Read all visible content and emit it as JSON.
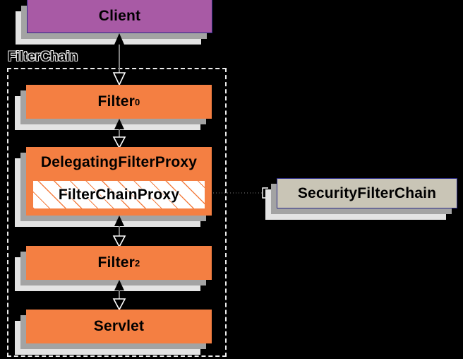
{
  "diagram": {
    "title": "Spring Security DelegatingFilterProxy / FilterChainProxy architecture",
    "background_color": "#000000",
    "colors": {
      "client_fill": "#a85aa5",
      "filter_fill": "#f47f42",
      "securityfilterchain_fill": "#c9c5b6",
      "border_navy": "#2b2b88",
      "shadow_dark": "#a3a3a3",
      "shadow_light": "#e3e3e3",
      "dashed_border": "#ededed"
    }
  },
  "nodes": {
    "client": {
      "label": "Client"
    },
    "filter0": {
      "label": "Filter",
      "subscript": "0"
    },
    "delegating_filter_proxy": {
      "label": "DelegatingFilterProxy"
    },
    "filter_chain_proxy": {
      "label": "FilterChainProxy"
    },
    "filter2": {
      "label": "Filter",
      "subscript": "2"
    },
    "servlet": {
      "label": "Servlet"
    },
    "security_filter_chain": {
      "label": "SecurityFilterChain"
    }
  },
  "container": {
    "filter_chain": {
      "label": "FilterChain"
    }
  },
  "arrows": {
    "client_filter0": {
      "name": "client-to-filter0"
    },
    "filter0_dfp": {
      "name": "filter0-to-delegatingfilterproxy"
    },
    "dfp_filter2": {
      "name": "delegatingfilterproxy-to-filter2"
    },
    "filter2_servlet": {
      "name": "filter2-to-servlet"
    },
    "fcp_sfc": {
      "name": "filterchainproxy-to-securityfilterchain"
    }
  }
}
